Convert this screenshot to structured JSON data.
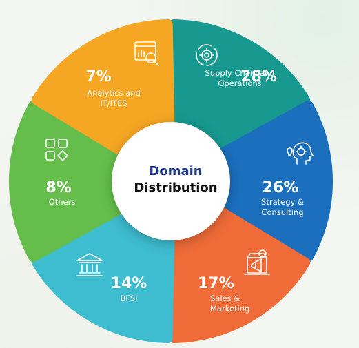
{
  "chart_data": {
    "type": "pie",
    "title": "Domain Distribution",
    "title_line1": "Domain",
    "title_line2": "Distribution",
    "categories": [
      "Supply Chain and Operations",
      "Strategy & Consulting",
      "Sales & Marketing",
      "BFSI",
      "Others",
      "Analytics and IT/ITES"
    ],
    "values": [
      28,
      26,
      17,
      14,
      8,
      7
    ],
    "unit": "%",
    "segments": [
      {
        "pct": "28%",
        "label_lines": [
          "Supply Chain and",
          "Operations"
        ],
        "color": "#17998f",
        "icon": "gears-cycle-icon"
      },
      {
        "pct": "26%",
        "label_lines": [
          "Strategy &",
          "Consulting"
        ],
        "color": "#1b6fbd",
        "icon": "head-lightbulb-icon"
      },
      {
        "pct": "17%",
        "label_lines": [
          "Sales &",
          "Marketing"
        ],
        "color": "#ef6b38",
        "icon": "megaphone-store-icon"
      },
      {
        "pct": "14%",
        "label_lines": [
          "BFSI"
        ],
        "color": "#3ebcd0",
        "icon": "bank-icon"
      },
      {
        "pct": "8%",
        "label_lines": [
          "Others"
        ],
        "color": "#65be4c",
        "icon": "grid-shapes-icon"
      },
      {
        "pct": "7%",
        "label_lines": [
          "Analytics and",
          "IT/ITES"
        ],
        "color": "#f5a623",
        "icon": "dashboard-search-icon"
      }
    ],
    "center_color": "#ffffff"
  }
}
